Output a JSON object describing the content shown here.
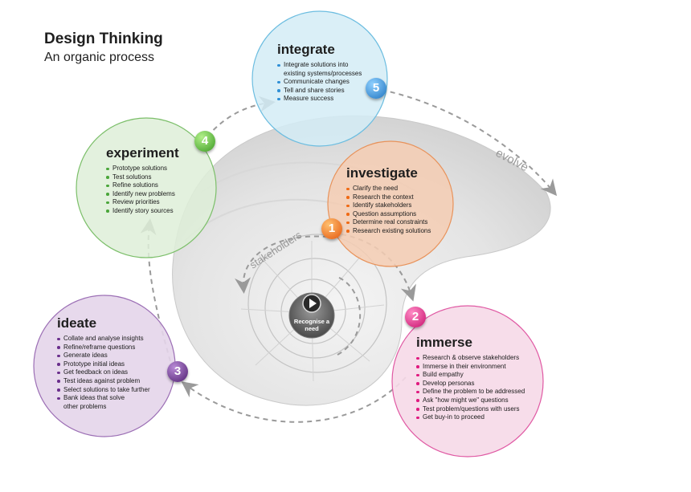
{
  "header": {
    "title": "Design Thinking",
    "subtitle": "An organic process"
  },
  "labels": {
    "evolve": "evolve",
    "stakeholders": "stakeholders",
    "center": "Recognise a need"
  },
  "colors": {
    "integrate": "#2f8fd6",
    "investigate": "#f06a14",
    "immerse": "#e0197f",
    "ideate": "#6a2e8c",
    "experiment": "#4aa63a"
  },
  "phases": {
    "integrate": {
      "number": "5",
      "title": "integrate",
      "items": [
        "Integrate solutions into",
        "existing systems/processes",
        "Communicate changes",
        "Tell and share stories",
        "Measure success"
      ]
    },
    "investigate": {
      "number": "1",
      "title": "investigate",
      "items": [
        "Clarify the need",
        "Research the context",
        "Identify stakeholders",
        "Question assumptions",
        "Determine real constraints",
        "Research existing solutions"
      ]
    },
    "immerse": {
      "number": "2",
      "title": "immerse",
      "items": [
        "Research & observe stakeholders",
        "Immerse in their environment",
        "Build empathy",
        "Develop personas",
        "Define the problem to be addressed",
        "Ask \"how might we\" questions",
        "Test problem/questions with users",
        "Get buy-in to proceed"
      ]
    },
    "ideate": {
      "number": "3",
      "title": "ideate",
      "items": [
        "Collate and analyse insights",
        "Refine/reframe questions",
        "Generate ideas",
        "Prototype initial ideas",
        "Get feedback on ideas",
        "Test ideas against problem",
        "Select solutions to take further",
        "Bank ideas that solve",
        "other problems"
      ]
    },
    "experiment": {
      "number": "4",
      "title": "experiment",
      "items": [
        "Prototype solutions",
        "Test solutions",
        "Refine solutions",
        "Identify new problems",
        "Review priorities",
        "Identify story sources"
      ]
    }
  }
}
